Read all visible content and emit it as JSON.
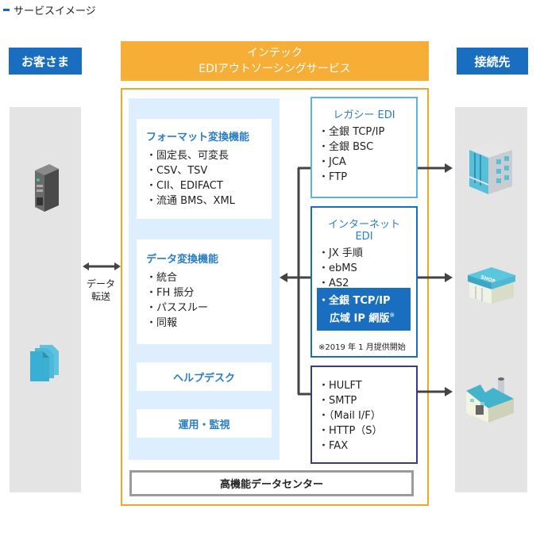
{
  "section_title": "サービスイメージ",
  "left_header": "お客さま",
  "right_header": "接続先",
  "service_header": {
    "line1": "インテック",
    "line2": "EDIアウトソーシングサービス"
  },
  "data_transfer": {
    "line1": "データ",
    "line2": "転送"
  },
  "functions": {
    "format": {
      "title": "フォーマット変換機能",
      "items": [
        "固定長、可変長",
        "CSV、TSV",
        "CII、EDIFACT",
        "流通 BMS、XML"
      ]
    },
    "data": {
      "title": "データ変換機能",
      "items": [
        "統合",
        "FH 振分",
        "パススルー",
        "同報"
      ]
    },
    "helpdesk": "ヘルプデスク",
    "operation": "運用・監視"
  },
  "legacy_edi": {
    "title": "レガシー EDI",
    "items": [
      "全銀 TCP/IP",
      "全銀 BSC",
      "JCA",
      "FTP"
    ]
  },
  "internet_edi": {
    "title": "インターネット EDI",
    "items": [
      "JX 手順",
      "ebMS",
      "AS2"
    ],
    "highlight_line1": "・全銀 TCP/IP",
    "highlight_line2": "広域 IP 網版",
    "highlight_mark": "※",
    "note": "※2019 年 1 月提供開始"
  },
  "other_protocols": {
    "items": [
      "HULFT",
      "SMTP",
      "（Mail I/F）",
      "HTTP（S）",
      "FAX"
    ]
  },
  "data_center": "高機能データセンター",
  "icons": {
    "customer": [
      "server-icon",
      "documents-icon"
    ],
    "destinations": [
      "office-building-icon",
      "shop-icon",
      "factory-icon"
    ]
  },
  "colors": {
    "brand_blue": "#1a6ec0",
    "orange": "#f7ae36",
    "light_blue": "#ddefff",
    "grey": "#e4e4e4"
  }
}
